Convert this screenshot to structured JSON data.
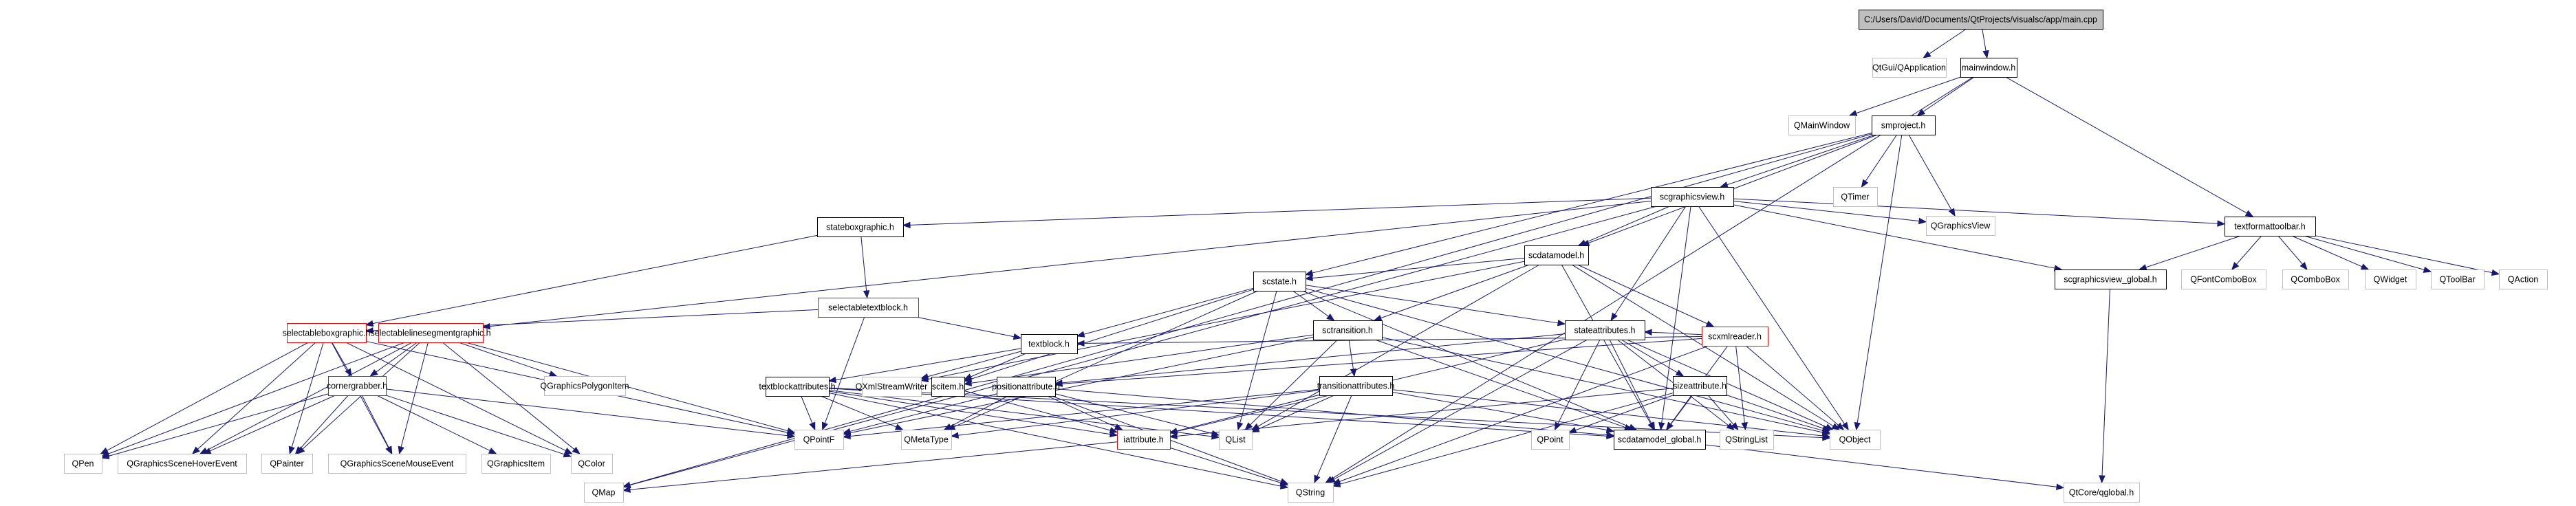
{
  "diagram": {
    "title": "C:/Users/David/Documents/QtProjects/visualsc/app/main.cpp",
    "kind": "include dependency graph",
    "legend_styles": {
      "root": "file being documented (gray fill)",
      "local": "project header (black border)",
      "highlighted": "project header (red border)",
      "external": "external/Qt header (gray border)"
    },
    "colors": {
      "edge": "#191970",
      "root_fill": "#bfbfbf",
      "highlight_border": "#ff0000",
      "external_border": "#bfbfbf"
    },
    "nodes": [
      {
        "id": "main",
        "label": "C:/Users/David/Documents/QtProjects/visualsc/app/main.cpp",
        "style": "root"
      },
      {
        "id": "qapp",
        "label": "QtGui/QApplication",
        "style": "external"
      },
      {
        "id": "mainwindow",
        "label": "mainwindow.h",
        "style": "local"
      },
      {
        "id": "qmainwindow",
        "label": "QMainWindow",
        "style": "external"
      },
      {
        "id": "smproject",
        "label": "smproject.h",
        "style": "local"
      },
      {
        "id": "qtimer",
        "label": "QTimer",
        "style": "external"
      },
      {
        "id": "scgraphicsview",
        "label": "scgraphicsview.h",
        "style": "local"
      },
      {
        "id": "qgraphicsview",
        "label": "QGraphicsView",
        "style": "external"
      },
      {
        "id": "textformattoolbar",
        "label": "textformattoolbar.h",
        "style": "local"
      },
      {
        "id": "stateboxgraphic",
        "label": "stateboxgraphic.h",
        "style": "local"
      },
      {
        "id": "scdatamodel",
        "label": "scdatamodel.h",
        "style": "local"
      },
      {
        "id": "scgraphicsview_global",
        "label": "scgraphicsview_global.h",
        "style": "local"
      },
      {
        "id": "qfontcombobox",
        "label": "QFontComboBox",
        "style": "external"
      },
      {
        "id": "qcombobox",
        "label": "QComboBox",
        "style": "external"
      },
      {
        "id": "qwidget",
        "label": "QWidget",
        "style": "external"
      },
      {
        "id": "qtoolbar",
        "label": "QToolBar",
        "style": "external"
      },
      {
        "id": "qaction",
        "label": "QAction",
        "style": "external"
      },
      {
        "id": "selectabletextblock",
        "label": "selectabletextblock.h",
        "style": "highlighted"
      },
      {
        "id": "scstate",
        "label": "scstate.h",
        "style": "local"
      },
      {
        "id": "scxmlreader",
        "label": "scxmlreader.h",
        "style": "highlighted"
      },
      {
        "id": "selectableboxgraphic",
        "label": "selectableboxgraphic.h",
        "style": "highlighted"
      },
      {
        "id": "selectablelinesegmentgraphic",
        "label": "selectablelinesegmentgraphic.h",
        "style": "highlighted"
      },
      {
        "id": "textblock",
        "label": "textblock.h",
        "style": "local"
      },
      {
        "id": "sctransition",
        "label": "sctransition.h",
        "style": "local"
      },
      {
        "id": "stateattributes",
        "label": "stateattributes.h",
        "style": "local"
      },
      {
        "id": "cornergrabber",
        "label": "cornergrabber.h",
        "style": "highlighted"
      },
      {
        "id": "qgraphicspolygonitem",
        "label": "QGraphicsPolygonItem",
        "style": "external"
      },
      {
        "id": "textblockattributes",
        "label": "textblockattributes.h",
        "style": "local"
      },
      {
        "id": "qxmlstreamwriter",
        "label": "QXmlStreamWriter",
        "style": "external"
      },
      {
        "id": "scitem",
        "label": "scitem.h",
        "style": "local"
      },
      {
        "id": "positionattribute",
        "label": "positionattribute.h",
        "style": "local"
      },
      {
        "id": "transitionattributes",
        "label": "transitionattributes.h",
        "style": "local"
      },
      {
        "id": "sizeattribute",
        "label": "sizeattribute.h",
        "style": "local"
      },
      {
        "id": "qpen",
        "label": "QPen",
        "style": "external"
      },
      {
        "id": "qgshoverevent",
        "label": "QGraphicsSceneHoverEvent",
        "style": "external"
      },
      {
        "id": "qpainter",
        "label": "QPainter",
        "style": "external"
      },
      {
        "id": "qgsmouseevent",
        "label": "QGraphicsSceneMouseEvent",
        "style": "external"
      },
      {
        "id": "qgraphicsitem",
        "label": "QGraphicsItem",
        "style": "external"
      },
      {
        "id": "qcolor",
        "label": "QColor",
        "style": "external"
      },
      {
        "id": "qpointf",
        "label": "QPointF",
        "style": "external"
      },
      {
        "id": "qmetatype",
        "label": "QMetaType",
        "style": "external"
      },
      {
        "id": "iattribute",
        "label": "iattribute.h",
        "style": "highlighted"
      },
      {
        "id": "qlist",
        "label": "QList",
        "style": "external"
      },
      {
        "id": "qpoint",
        "label": "QPoint",
        "style": "external"
      },
      {
        "id": "scdatamodel_global",
        "label": "scdatamodel_global.h",
        "style": "local"
      },
      {
        "id": "qstringlist",
        "label": "QStringList",
        "style": "external"
      },
      {
        "id": "qobject",
        "label": "QObject",
        "style": "external"
      },
      {
        "id": "qmap",
        "label": "QMap",
        "style": "external"
      },
      {
        "id": "qstring",
        "label": "QString",
        "style": "external"
      },
      {
        "id": "qglobal",
        "label": "QtCore/qglobal.h",
        "style": "external"
      }
    ],
    "edges": [
      [
        "main",
        "qapp"
      ],
      [
        "main",
        "mainwindow"
      ],
      [
        "mainwindow",
        "qmainwindow"
      ],
      [
        "mainwindow",
        "smproject"
      ],
      [
        "mainwindow",
        "textformattoolbar"
      ],
      [
        "mainwindow",
        "qstring"
      ],
      [
        "smproject",
        "qtimer"
      ],
      [
        "smproject",
        "scgraphicsview"
      ],
      [
        "smproject",
        "qgraphicsview"
      ],
      [
        "smproject",
        "scdatamodel"
      ],
      [
        "smproject",
        "qobject"
      ],
      [
        "smproject",
        "scstate"
      ],
      [
        "smproject",
        "qmap"
      ],
      [
        "scgraphicsview",
        "qgraphicsview"
      ],
      [
        "scgraphicsview",
        "textformattoolbar"
      ],
      [
        "scgraphicsview",
        "stateboxgraphic"
      ],
      [
        "scgraphicsview",
        "scdatamodel"
      ],
      [
        "scgraphicsview",
        "scgraphicsview_global"
      ],
      [
        "scgraphicsview",
        "selectablelinesegmentgraphic"
      ],
      [
        "scgraphicsview",
        "stateattributes"
      ],
      [
        "scgraphicsview",
        "qobject"
      ],
      [
        "scgraphicsview",
        "scdatamodel_global"
      ],
      [
        "scgraphicsview",
        "qmap"
      ],
      [
        "textformattoolbar",
        "scgraphicsview_global"
      ],
      [
        "textformattoolbar",
        "qfontcombobox"
      ],
      [
        "textformattoolbar",
        "qcombobox"
      ],
      [
        "textformattoolbar",
        "qwidget"
      ],
      [
        "textformattoolbar",
        "qtoolbar"
      ],
      [
        "textformattoolbar",
        "qaction"
      ],
      [
        "scgraphicsview_global",
        "qglobal"
      ],
      [
        "stateboxgraphic",
        "selectabletextblock"
      ],
      [
        "stateboxgraphic",
        "selectableboxgraphic"
      ],
      [
        "selectabletextblock",
        "textblock"
      ],
      [
        "selectabletextblock",
        "selectableboxgraphic"
      ],
      [
        "selectabletextblock",
        "qpointf"
      ],
      [
        "scdatamodel",
        "scstate"
      ],
      [
        "scdatamodel",
        "scxmlreader"
      ],
      [
        "scdatamodel",
        "sctransition"
      ],
      [
        "scdatamodel",
        "qobject"
      ],
      [
        "scdatamodel",
        "scdatamodel_global"
      ],
      [
        "scdatamodel",
        "qxmlstreamwriter"
      ],
      [
        "scdatamodel",
        "qlist"
      ],
      [
        "scxmlreader",
        "stateattributes"
      ],
      [
        "scxmlreader",
        "textblock"
      ],
      [
        "scxmlreader",
        "positionattribute"
      ],
      [
        "scxmlreader",
        "qobject"
      ],
      [
        "scxmlreader",
        "scdatamodel_global"
      ],
      [
        "scxmlreader",
        "qstringlist"
      ],
      [
        "scxmlreader",
        "qstring"
      ],
      [
        "scstate",
        "textblock"
      ],
      [
        "scstate",
        "sctransition"
      ],
      [
        "scstate",
        "stateattributes"
      ],
      [
        "scstate",
        "scitem"
      ],
      [
        "scstate",
        "qlist"
      ],
      [
        "scstate",
        "qobject"
      ],
      [
        "scstate",
        "scdatamodel_global"
      ],
      [
        "scstate",
        "qmetatype"
      ],
      [
        "selectableboxgraphic",
        "cornergrabber"
      ],
      [
        "selectableboxgraphic",
        "qpen"
      ],
      [
        "selectableboxgraphic",
        "qgshoverevent"
      ],
      [
        "selectableboxgraphic",
        "qpainter"
      ],
      [
        "selectableboxgraphic",
        "qgsmouseevent"
      ],
      [
        "selectableboxgraphic",
        "qcolor"
      ],
      [
        "selectableboxgraphic",
        "qpointf"
      ],
      [
        "selectablelinesegmentgraphic",
        "cornergrabber"
      ],
      [
        "selectablelinesegmentgraphic",
        "qgraphicspolygonitem"
      ],
      [
        "selectablelinesegmentgraphic",
        "qpen"
      ],
      [
        "selectablelinesegmentgraphic",
        "qgshoverevent"
      ],
      [
        "selectablelinesegmentgraphic",
        "qpainter"
      ],
      [
        "selectablelinesegmentgraphic",
        "qgsmouseevent"
      ],
      [
        "selectablelinesegmentgraphic",
        "qcolor"
      ],
      [
        "selectablelinesegmentgraphic",
        "qpointf"
      ],
      [
        "cornergrabber",
        "qpen"
      ],
      [
        "cornergrabber",
        "qgshoverevent"
      ],
      [
        "cornergrabber",
        "qpainter"
      ],
      [
        "cornergrabber",
        "qgsmouseevent"
      ],
      [
        "cornergrabber",
        "qgraphicsitem"
      ],
      [
        "cornergrabber",
        "qcolor"
      ],
      [
        "cornergrabber",
        "qpointf"
      ],
      [
        "textblock",
        "textblockattributes"
      ],
      [
        "textblock",
        "qxmlstreamwriter"
      ],
      [
        "textblock",
        "scitem"
      ],
      [
        "textblockattributes",
        "qpointf"
      ],
      [
        "textblockattributes",
        "qmetatype"
      ],
      [
        "textblockattributes",
        "iattribute"
      ],
      [
        "textblockattributes",
        "qstring"
      ],
      [
        "textblockattributes",
        "qlist"
      ],
      [
        "textblockattributes",
        "scdatamodel_global"
      ],
      [
        "textblockattributes",
        "qobject"
      ],
      [
        "scitem",
        "iattribute"
      ],
      [
        "sctransition",
        "transitionattributes"
      ],
      [
        "sctransition",
        "scitem"
      ],
      [
        "sctransition",
        "qlist"
      ],
      [
        "sctransition",
        "scdatamodel_global"
      ],
      [
        "sctransition",
        "qobject"
      ],
      [
        "sctransition",
        "qpointf"
      ],
      [
        "stateattributes",
        "sizeattribute"
      ],
      [
        "stateattributes",
        "positionattribute"
      ],
      [
        "stateattributes",
        "qpoint"
      ],
      [
        "stateattributes",
        "scdatamodel_global"
      ],
      [
        "stateattributes",
        "qstringlist"
      ],
      [
        "stateattributes",
        "qobject"
      ],
      [
        "stateattributes",
        "qstring"
      ],
      [
        "stateattributes",
        "iattribute"
      ],
      [
        "positionattribute",
        "iattribute"
      ],
      [
        "positionattribute",
        "qpointf"
      ],
      [
        "positionattribute",
        "qmetatype"
      ],
      [
        "positionattribute",
        "qlist"
      ],
      [
        "positionattribute",
        "qstring"
      ],
      [
        "positionattribute",
        "scdatamodel_global"
      ],
      [
        "transitionattributes",
        "iattribute"
      ],
      [
        "transitionattributes",
        "qlist"
      ],
      [
        "transitionattributes",
        "qstring"
      ],
      [
        "transitionattributes",
        "qpointf"
      ],
      [
        "transitionattributes",
        "qmetatype"
      ],
      [
        "transitionattributes",
        "scdatamodel_global"
      ],
      [
        "transitionattributes",
        "qobject"
      ],
      [
        "sizeattribute",
        "qpoint"
      ],
      [
        "sizeattribute",
        "scdatamodel_global"
      ],
      [
        "sizeattribute",
        "qstring"
      ],
      [
        "sizeattribute",
        "qobject"
      ],
      [
        "sizeattribute",
        "qstringlist"
      ],
      [
        "sizeattribute",
        "iattribute"
      ],
      [
        "iattribute",
        "qstring"
      ],
      [
        "iattribute",
        "qmap"
      ],
      [
        "scdatamodel_global",
        "qglobal"
      ]
    ]
  }
}
